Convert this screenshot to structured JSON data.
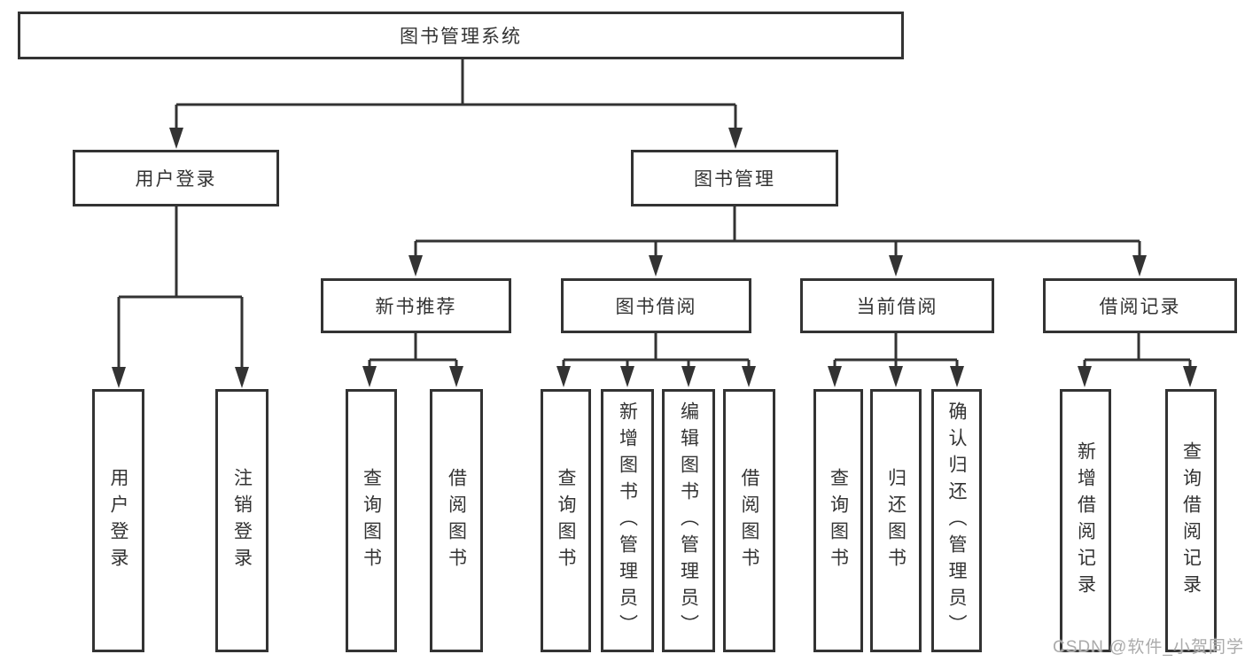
{
  "colors": {
    "line": "#333333",
    "text": "#333333",
    "watermark": "#ababab",
    "background": "#ffffff"
  },
  "nodes": {
    "root": {
      "label": "图书管理系统"
    },
    "user_login": {
      "label": "用户登录"
    },
    "book_mgmt": {
      "label": "图书管理"
    },
    "new_books": {
      "label": "新书推荐"
    },
    "borrowing": {
      "label": "图书借阅"
    },
    "current": {
      "label": "当前借阅"
    },
    "records": {
      "label": "借阅记录"
    },
    "leaf_user_login": {
      "label": "用户登录"
    },
    "leaf_logout": {
      "label": "注销登录"
    },
    "leaf_new_query": {
      "label": "查询图书"
    },
    "leaf_new_borrow": {
      "label": "借阅图书"
    },
    "leaf_bor_query": {
      "label": "查询图书"
    },
    "leaf_bor_add": {
      "label": "新增图书（管理员）"
    },
    "leaf_bor_edit": {
      "label": "编辑图书（管理员）"
    },
    "leaf_bor_borrow": {
      "label": "借阅图书"
    },
    "leaf_cur_query": {
      "label": "查询图书"
    },
    "leaf_cur_return": {
      "label": "归还图书"
    },
    "leaf_cur_confirm": {
      "label": "确认归还（管理员）"
    },
    "leaf_rec_add": {
      "label": "新增借阅记录"
    },
    "leaf_rec_query": {
      "label": "查询借阅记录"
    }
  },
  "watermark": {
    "text": "CSDN @软件_小贺同学"
  }
}
